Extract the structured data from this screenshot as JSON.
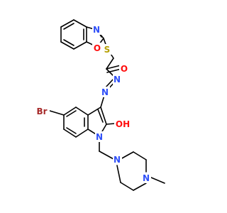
{
  "colors": {
    "background": "#ffffff",
    "bond": "#000000",
    "oxygen": "#ff0d0d",
    "nitrogen": "#3050f8",
    "sulfur": "#b5a000",
    "bromine": "#a62929"
  },
  "atoms": {
    "oxazole_n": {
      "text": "N",
      "element": "nitrogen"
    },
    "oxazole_o": {
      "text": "O",
      "element": "oxygen"
    },
    "thioether_s": {
      "text": "S",
      "element": "sulfur"
    },
    "carbonyl_o": {
      "text": "O",
      "element": "oxygen"
    },
    "hydrazone_n1": {
      "text": "N",
      "element": "nitrogen"
    },
    "hydrazone_n2": {
      "text": "N",
      "element": "nitrogen"
    },
    "bromo": {
      "text": "Br",
      "element": "bromine"
    },
    "enol_oh": {
      "text": "OH",
      "element": "oxygen"
    },
    "indole_n": {
      "text": "N",
      "element": "nitrogen"
    },
    "piperazine_n1": {
      "text": "N",
      "element": "nitrogen"
    },
    "piperazine_n4": {
      "text": "N",
      "element": "nitrogen"
    }
  }
}
